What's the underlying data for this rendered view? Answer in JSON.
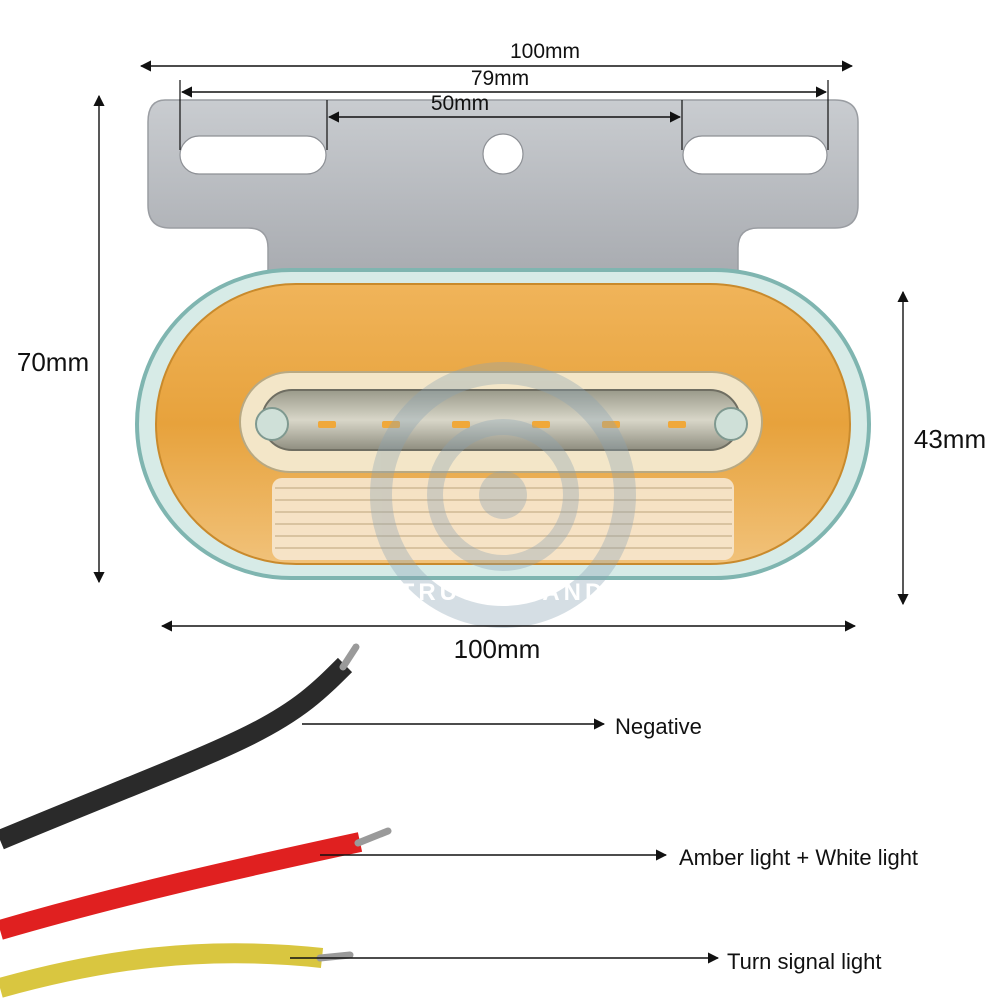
{
  "dimensions": {
    "bracket_total_width": "100mm",
    "slot_span": "79mm",
    "slot_inner_span": "50mm",
    "total_height": "70mm",
    "lens_height": "43mm",
    "lens_width": "100mm"
  },
  "wires": [
    {
      "label": "Negative",
      "color": "#2a2a2a"
    },
    {
      "label": "Amber light + White light",
      "color": "#e02020"
    },
    {
      "label": "Turn signal light",
      "color": "#d9c640"
    }
  ],
  "watermark": "TRUSTBRAND",
  "colors": {
    "bracket": "#b9bcc1",
    "lens_amber": "#e8a640",
    "lens_edge": "#7fb5b0",
    "led": "#f0a83a"
  }
}
